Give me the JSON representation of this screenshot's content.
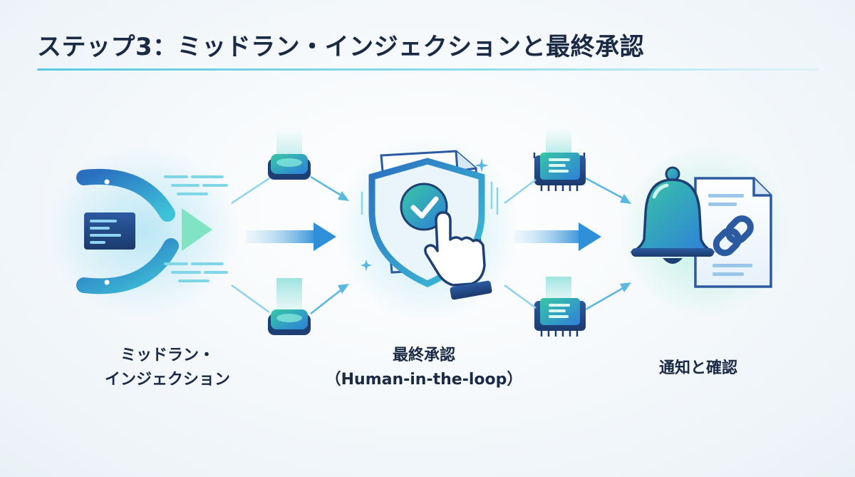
{
  "title": "ステップ3：ミッドラン・インジェクションと最終承認",
  "steps": [
    {
      "label_lines": [
        "ミッドラン・",
        "インジェクション"
      ],
      "icon": "merge-arrow-icon"
    },
    {
      "label_lines": [
        "最終承認",
        "（Human-in-the-loop）"
      ],
      "icon": "shield-approval-icon"
    },
    {
      "label_lines": [
        "通知と確認"
      ],
      "icon": "bell-document-icon"
    }
  ],
  "connectors": [
    {
      "icon": "node-chip-icon"
    },
    {
      "icon": "processor-chip-icon"
    }
  ],
  "colors": {
    "title": "#1b2a44",
    "accent_blue": "#2f8fd8",
    "accent_teal": "#3cc8b4",
    "dark_navy": "#1f3f73"
  }
}
